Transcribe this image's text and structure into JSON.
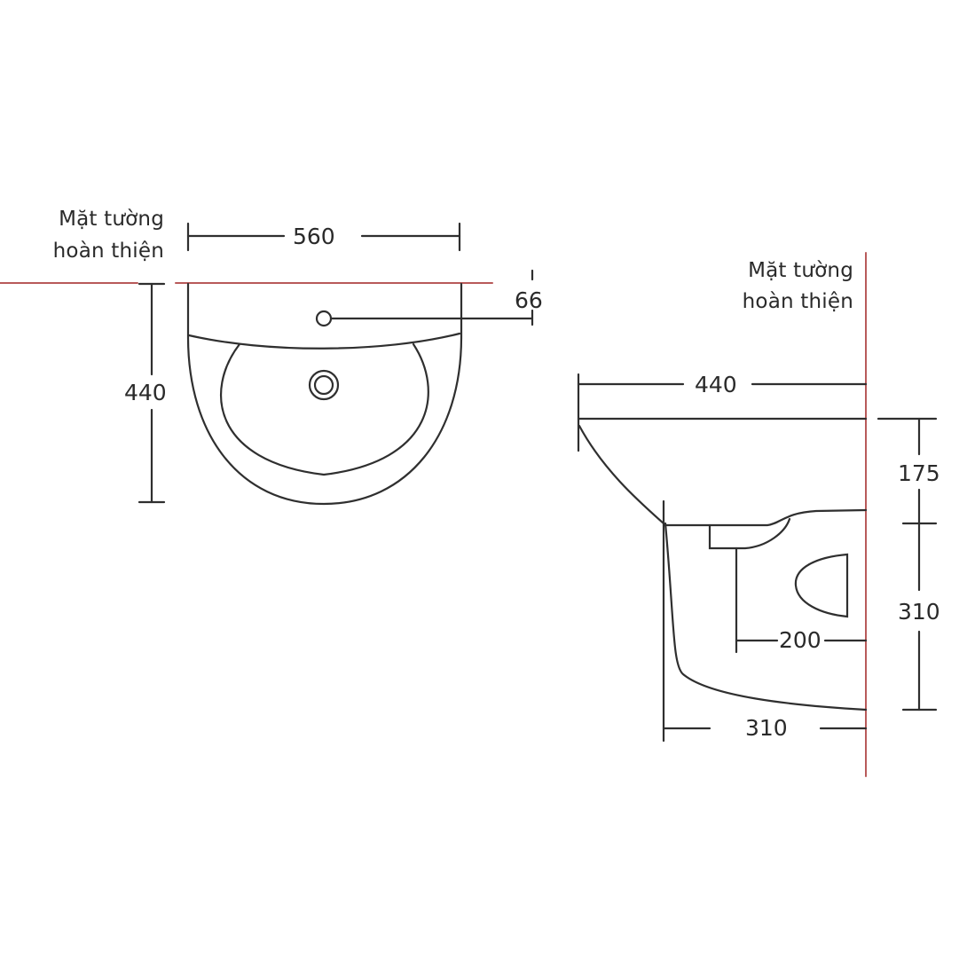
{
  "front_view": {
    "wall_label_line1": "Mặt tường",
    "wall_label_line2": "hoàn thiện",
    "width_dim": "560",
    "height_dim": "440",
    "tap_hole_offset_dim": "66"
  },
  "side_view": {
    "wall_label_line1": "Mặt tường",
    "wall_label_line2": "hoàn thiện",
    "depth_dim": "440",
    "top_to_bracket_dim": "175",
    "bracket_to_bottom_dim": "310",
    "drain_offset_dim": "200",
    "bottom_depth_dim": "310"
  },
  "colors": {
    "line": "#2f2f2f",
    "wall_line": "#b85a5a"
  }
}
